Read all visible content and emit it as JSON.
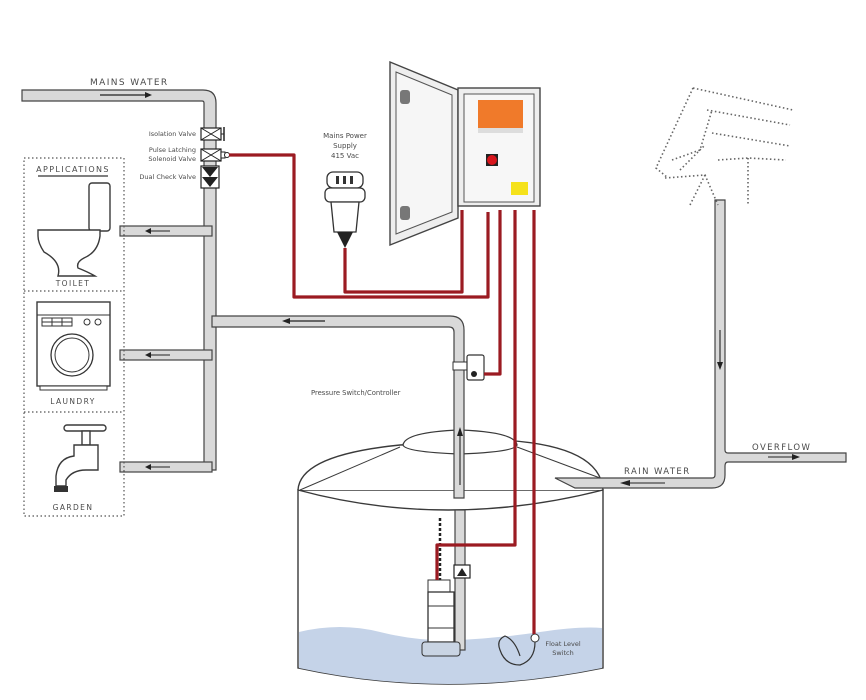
{
  "diagram": {
    "title": "Rainwater harvesting system with mains water backup",
    "labels": {
      "mains_water": "MAINS WATER",
      "isolation_valve": "Isolation Valve",
      "solenoid_valve_line1": "Pulse Latching",
      "solenoid_valve_line2": "Solenoid Valve",
      "dual_check_valve": "Dual Check Valve",
      "applications": "APPLICATIONS",
      "toilet": "TOILET",
      "laundry": "LAUNDRY",
      "garden": "GARDEN",
      "mains_power_line1": "Mains Power",
      "mains_power_line2": "Supply",
      "mains_power_line3": "415 Vac",
      "pressure_switch": "Pressure Switch/Controller",
      "rain_water": "RAIN WATER",
      "overflow": "OVERFLOW",
      "float_switch_line1": "Float Level",
      "float_switch_line2": "Switch"
    },
    "colors": {
      "pipe_fill": "#d9d9d9",
      "wire": "#9b1b22",
      "water": "#c5d3e8",
      "control_panel_label": "#f07a2a",
      "isolator_switch": "#d8161d",
      "warning_label": "#f5e21b"
    }
  }
}
